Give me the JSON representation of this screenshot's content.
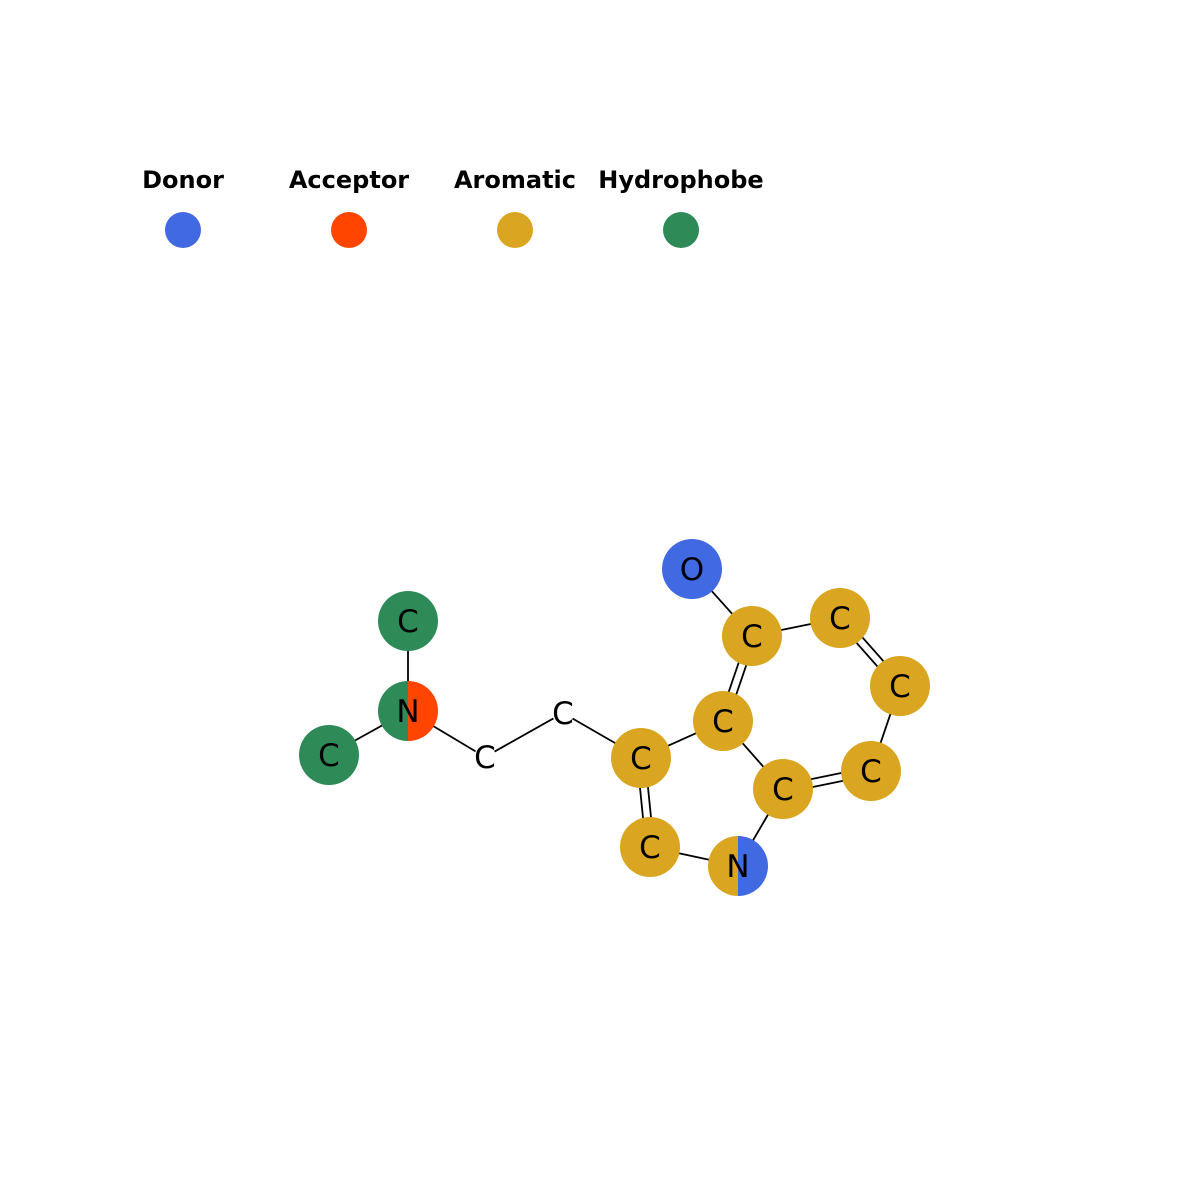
{
  "legend": [
    {
      "label": "Donor",
      "color": "#4169E1"
    },
    {
      "label": "Acceptor",
      "color": "#FF4500"
    },
    {
      "label": "Aromatic",
      "color": "#DAA520"
    },
    {
      "label": "Hydrophobe",
      "color": "#2E8B57"
    }
  ],
  "atoms": [
    {
      "id": "c_methyl_top",
      "element": "C",
      "features": [
        "Hydrophobe"
      ]
    },
    {
      "id": "c_methyl_left",
      "element": "C",
      "features": [
        "Hydrophobe"
      ]
    },
    {
      "id": "n_amine",
      "element": "N",
      "features": [
        "Hydrophobe",
        "Acceptor"
      ]
    },
    {
      "id": "c_chain_1",
      "element": "C",
      "features": []
    },
    {
      "id": "c_chain_2",
      "element": "C",
      "features": []
    },
    {
      "id": "c3",
      "element": "C",
      "features": [
        "Aromatic"
      ]
    },
    {
      "id": "c2",
      "element": "C",
      "features": [
        "Aromatic"
      ]
    },
    {
      "id": "n1",
      "element": "N",
      "features": [
        "Aromatic",
        "Donor"
      ]
    },
    {
      "id": "c3a",
      "element": "C",
      "features": [
        "Aromatic"
      ]
    },
    {
      "id": "c7a",
      "element": "C",
      "features": [
        "Aromatic"
      ]
    },
    {
      "id": "c4",
      "element": "C",
      "features": [
        "Aromatic"
      ]
    },
    {
      "id": "c5",
      "element": "C",
      "features": [
        "Aromatic"
      ]
    },
    {
      "id": "c6",
      "element": "C",
      "features": [
        "Aromatic"
      ]
    },
    {
      "id": "c7",
      "element": "C",
      "features": [
        "Aromatic"
      ]
    },
    {
      "id": "o_hydroxyl",
      "element": "O",
      "features": [
        "Donor"
      ]
    }
  ],
  "bonds": [
    {
      "a": "c_methyl_top",
      "b": "n_amine",
      "order": 1
    },
    {
      "a": "c_methyl_left",
      "b": "n_amine",
      "order": 1
    },
    {
      "a": "n_amine",
      "b": "c_chain_1",
      "order": 1
    },
    {
      "a": "c_chain_1",
      "b": "c_chain_2",
      "order": 1
    },
    {
      "a": "c_chain_2",
      "b": "c3",
      "order": 1
    },
    {
      "a": "c3",
      "b": "c2",
      "order": 2
    },
    {
      "a": "c2",
      "b": "n1",
      "order": 1
    },
    {
      "a": "n1",
      "b": "c7a",
      "order": 1
    },
    {
      "a": "c7a",
      "b": "c3a",
      "order": 1
    },
    {
      "a": "c3a",
      "b": "c3",
      "order": 1
    },
    {
      "a": "c3a",
      "b": "c4",
      "order": 2
    },
    {
      "a": "c4",
      "b": "c5",
      "order": 1
    },
    {
      "a": "c5",
      "b": "c6",
      "order": 2
    },
    {
      "a": "c6",
      "b": "c7",
      "order": 1
    },
    {
      "a": "c7",
      "b": "c7a",
      "order": 2
    },
    {
      "a": "c4",
      "b": "o_hydroxyl",
      "order": 1
    }
  ]
}
